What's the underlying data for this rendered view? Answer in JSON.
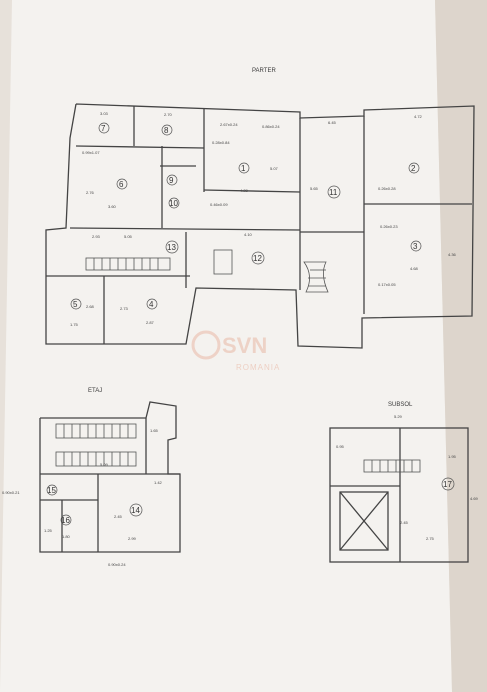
{
  "sections": {
    "parter": "PARTER",
    "etaj": "ETAJ",
    "subsol": "SUBSOL"
  },
  "parter_rooms": {
    "r1": "1",
    "r2": "2",
    "r3": "3",
    "r4": "4",
    "r5": "5",
    "r6": "6",
    "r7": "7",
    "r8": "8",
    "r9": "9",
    "r10": "10",
    "r11": "11",
    "r12": "12",
    "r13": "13"
  },
  "etaj_rooms": {
    "r14": "14",
    "r15": "15",
    "r16": "16"
  },
  "subsol_rooms": {
    "r17": "17"
  },
  "dimensions": {
    "d_7_top": "3.03",
    "d_8_top": "2.70",
    "d_1_top": "2.67x0.24",
    "d_1_top2": "0.86x0.24",
    "d_11_top": "6.45",
    "d_2_top": "4.72",
    "d_6_w": "3.60",
    "d_6_h": "2.76",
    "d_6_win": "0.99x1.07",
    "d_1_w": "4.28",
    "d_1_h": "5.07",
    "d_1_h2": "2.97",
    "d_1_win": "0.28x0.84",
    "d_12_win": "0.46x0.09",
    "d_2_win": "0.26x0.28",
    "d_3_win": "0.17x0.05",
    "d_3_w": "4.68",
    "d_3_h": "4.36",
    "d_3_top": "0.26x0.23",
    "d_10_w": "4.10",
    "d_13_w": "2.93",
    "d_13_w2": "5.05",
    "d_5_w": "1.75",
    "d_5_h": "2.68",
    "d_4_w": "2.87",
    "d_4_h": "2.73",
    "d_11_h": "5.65",
    "d_etaj_1": "1.65",
    "d_etaj_2": "5.09",
    "d_etaj_3": "2.45",
    "d_etaj_4": "2.99",
    "d_etaj_5": "1.42",
    "d_etaj_6": "1.80",
    "d_etaj_7": "1.25",
    "d_etaj_win": "0.90x0.24",
    "d_etaj_left": "0.90x0.21",
    "d_sub_top": "5.29",
    "d_sub_1": "0.95",
    "d_sub_2": "1.95",
    "d_sub_3": "2.45",
    "d_sub_4": "2.75",
    "d_sub_5": "4.69"
  },
  "watermark": {
    "brand": "SVN",
    "sub": "ROMANIA"
  }
}
